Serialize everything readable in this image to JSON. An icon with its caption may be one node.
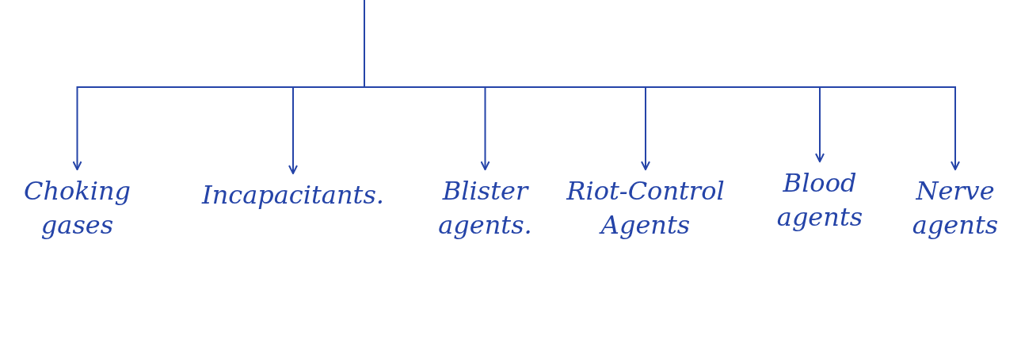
{
  "diagram": {
    "nodes": [
      {
        "text": [
          "Choking gases"
        ]
      },
      {
        "text": [
          "Incapacitants."
        ]
      },
      {
        "text": [
          "Blister agents."
        ]
      },
      {
        "text": [
          "Riot-Control Agents"
        ]
      },
      {
        "text": [
          "Blood agents"
        ]
      },
      {
        "text": [
          "Nerve agents"
        ]
      }
    ],
    "edges": [
      {
        "from": null,
        "to": 0,
        "arrow": "to"
      },
      {
        "from": null,
        "to": 1,
        "arrow": "to"
      },
      {
        "from": null,
        "to": 2,
        "arrow": "to"
      },
      {
        "from": null,
        "to": 3,
        "arrow": "to"
      },
      {
        "from": null,
        "to": 4,
        "arrow": "to"
      },
      {
        "from": null,
        "to": 5,
        "arrow": "to"
      }
    ]
  }
}
